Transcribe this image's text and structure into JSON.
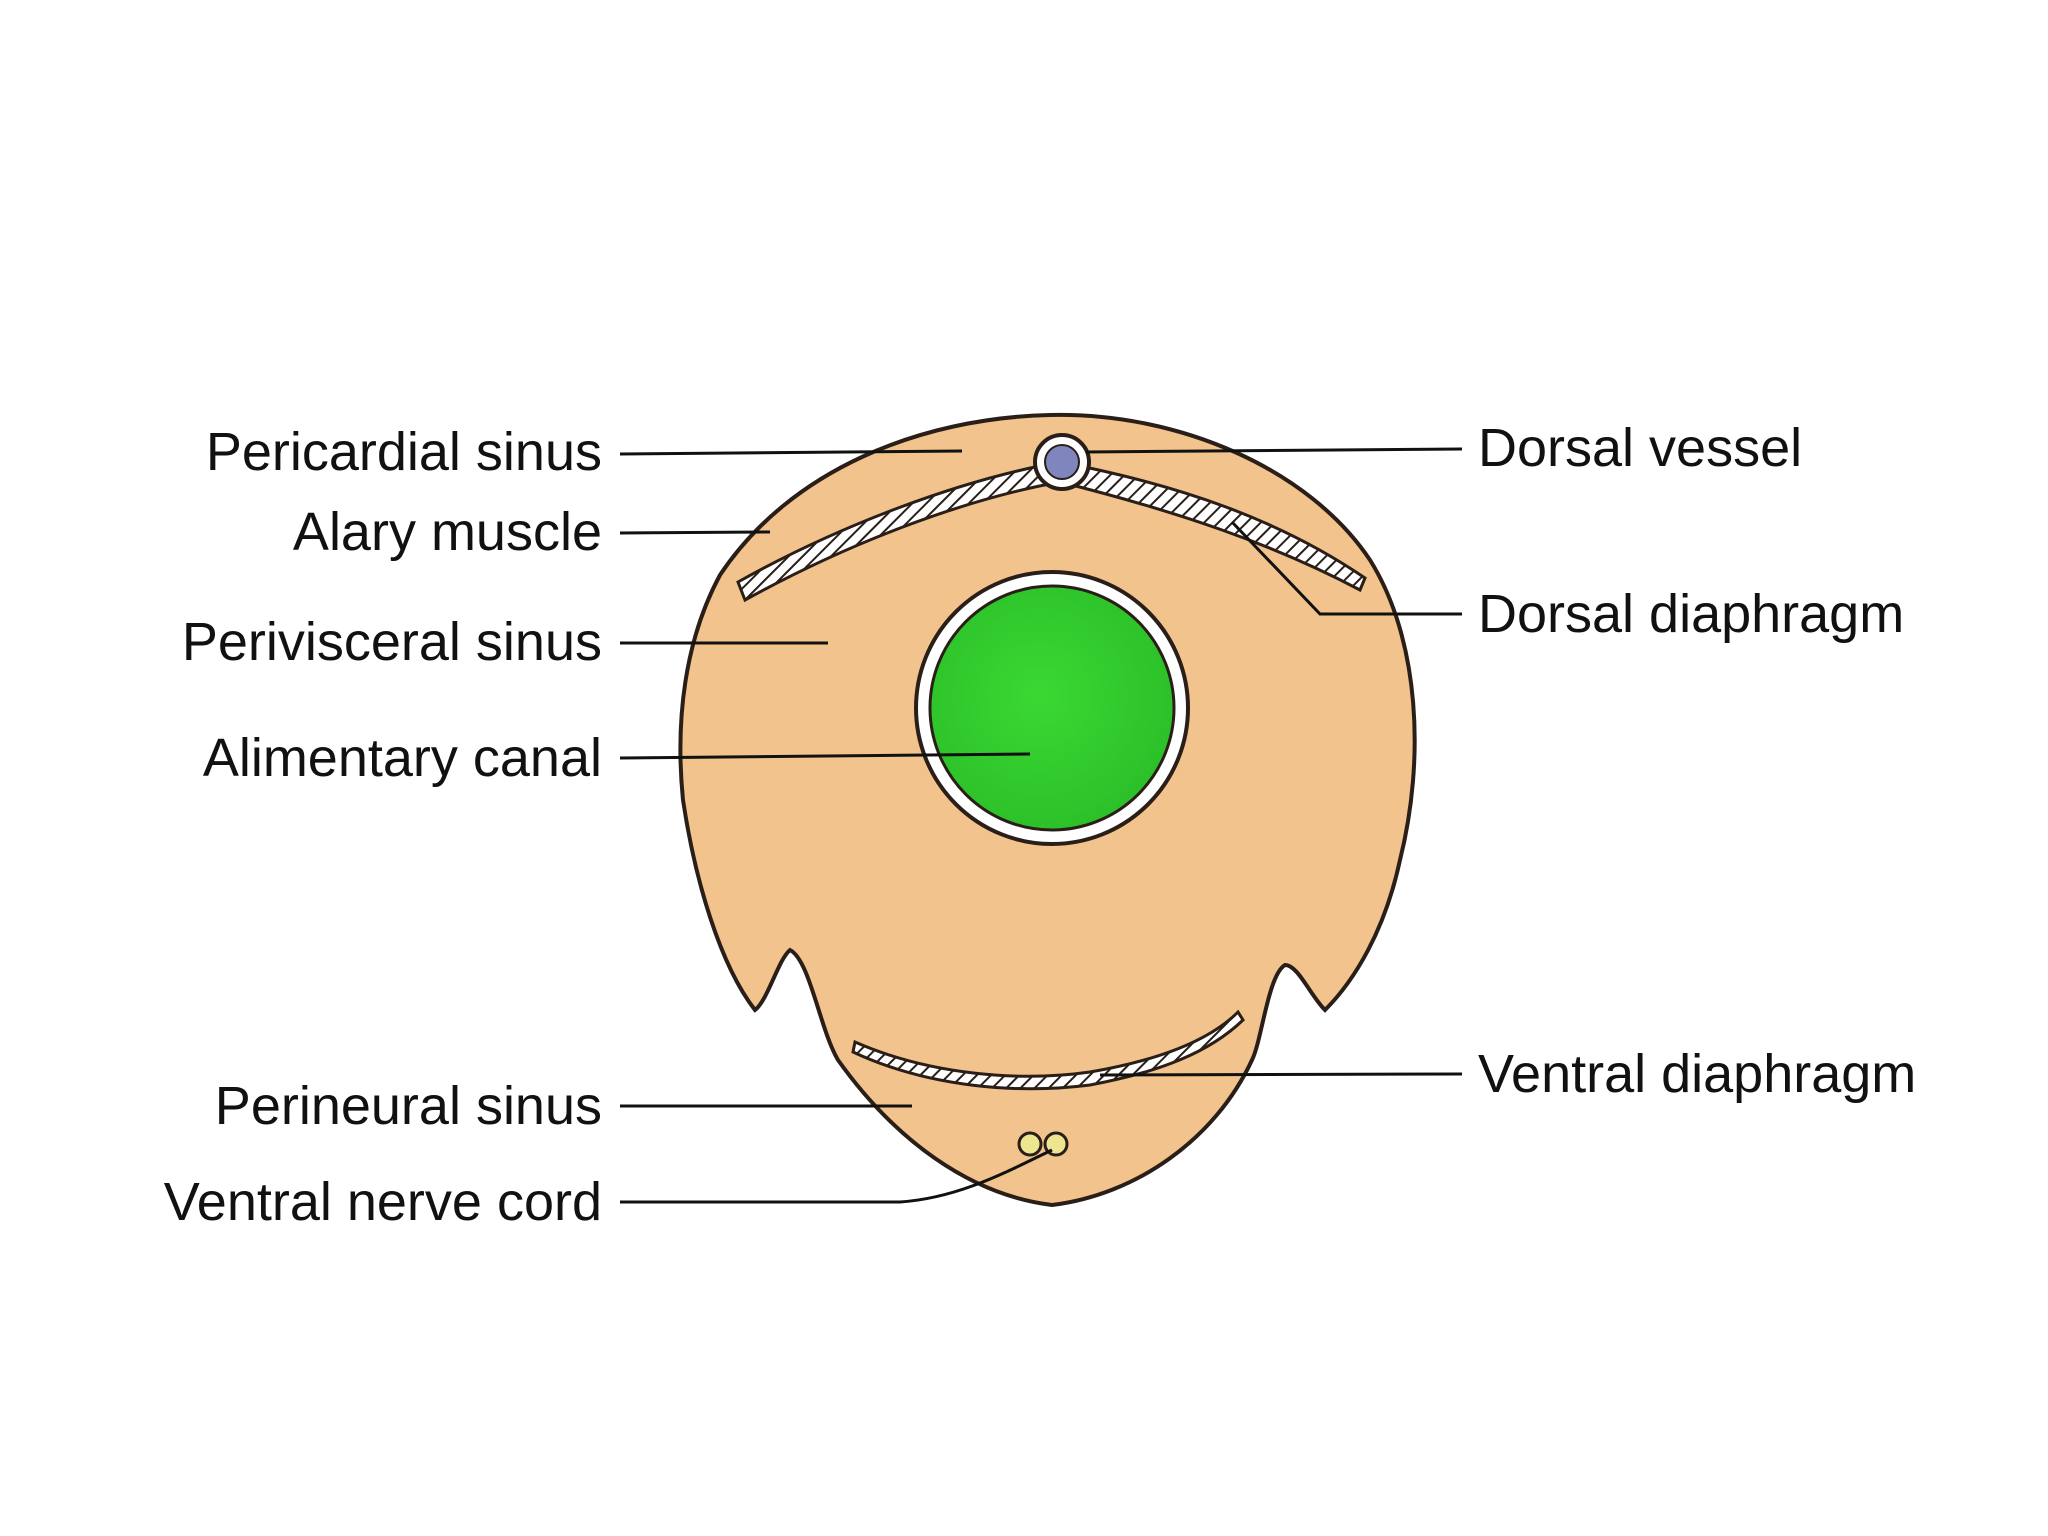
{
  "colors": {
    "body_fill": "#F2C38D",
    "body_outline": "#2a1f18",
    "gut_fill": "#33CC2E",
    "gut_ring": "#ffffff",
    "vessel_fill": "#7F86BD",
    "nerve_fill": "#EDE58F",
    "text": "#111111",
    "background": "#ffffff"
  },
  "labels": {
    "left": [
      "Pericardial sinus",
      "Alary muscle",
      "Perivisceral sinus",
      "Alimentary canal",
      "Perineural sinus",
      "Ventral nerve cord"
    ],
    "right": [
      "Dorsal vessel",
      "Dorsal diaphragm",
      "Ventral diaphragm"
    ]
  }
}
